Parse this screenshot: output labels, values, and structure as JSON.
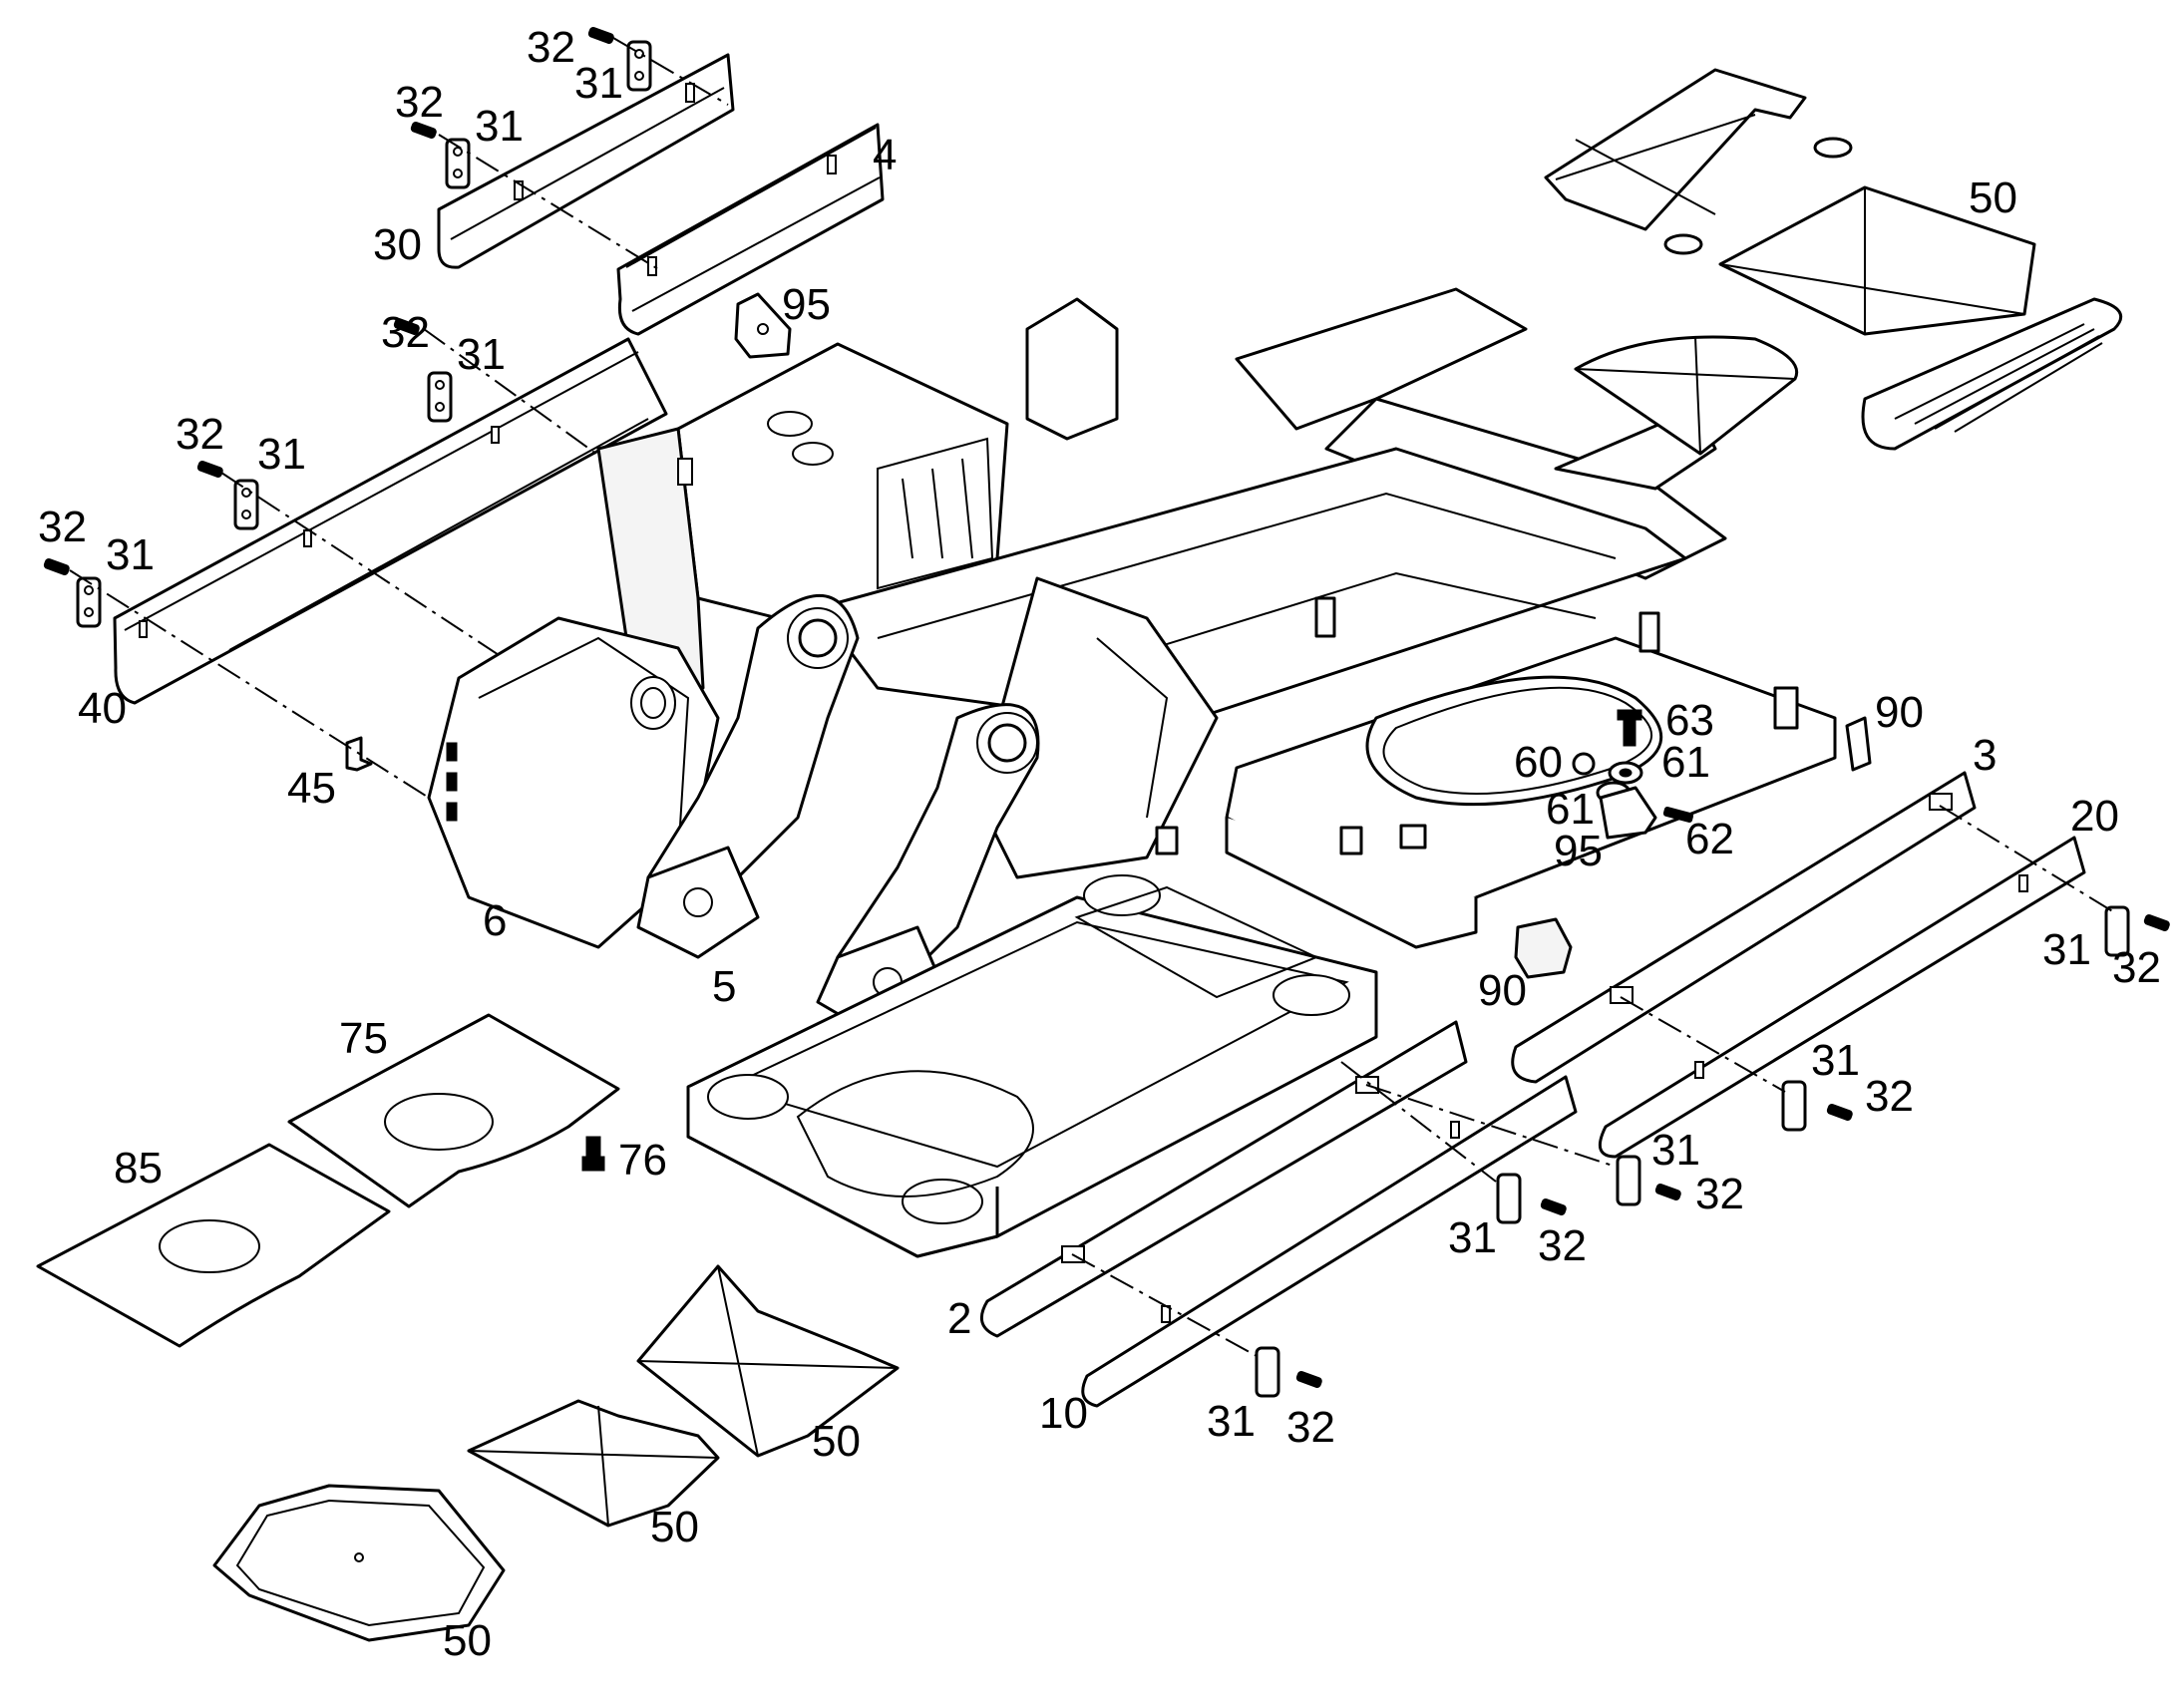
{
  "callouts": {
    "c32_top": "32",
    "c31_top": "31",
    "c32_a": "32",
    "c31_a": "31",
    "c4": "4",
    "c30": "30",
    "c95_top": "95",
    "c32_b": "32",
    "c31_b": "31",
    "c32_c": "32",
    "c31_c": "31",
    "c32_d": "32",
    "c31_d": "31",
    "c40": "40",
    "c45": "45",
    "c6": "6",
    "c5": "5",
    "c50_top": "50",
    "c90_right": "90",
    "c63": "63",
    "c60": "60",
    "c61_a": "61",
    "c61_b": "61",
    "c95_mid": "95",
    "c62": "62",
    "c3": "3",
    "c20": "20",
    "c31_e": "31",
    "c32_e": "32",
    "c90_mid": "90",
    "c31_f": "31",
    "c32_f": "32",
    "c31_g": "31",
    "c32_g": "32",
    "c31_h": "31",
    "c32_h": "32",
    "c75": "75",
    "c76": "76",
    "c85": "85",
    "c2": "2",
    "c10": "10",
    "c31_i": "31",
    "c32_i": "32",
    "c50_a": "50",
    "c50_b": "50",
    "c50_c": "50"
  }
}
